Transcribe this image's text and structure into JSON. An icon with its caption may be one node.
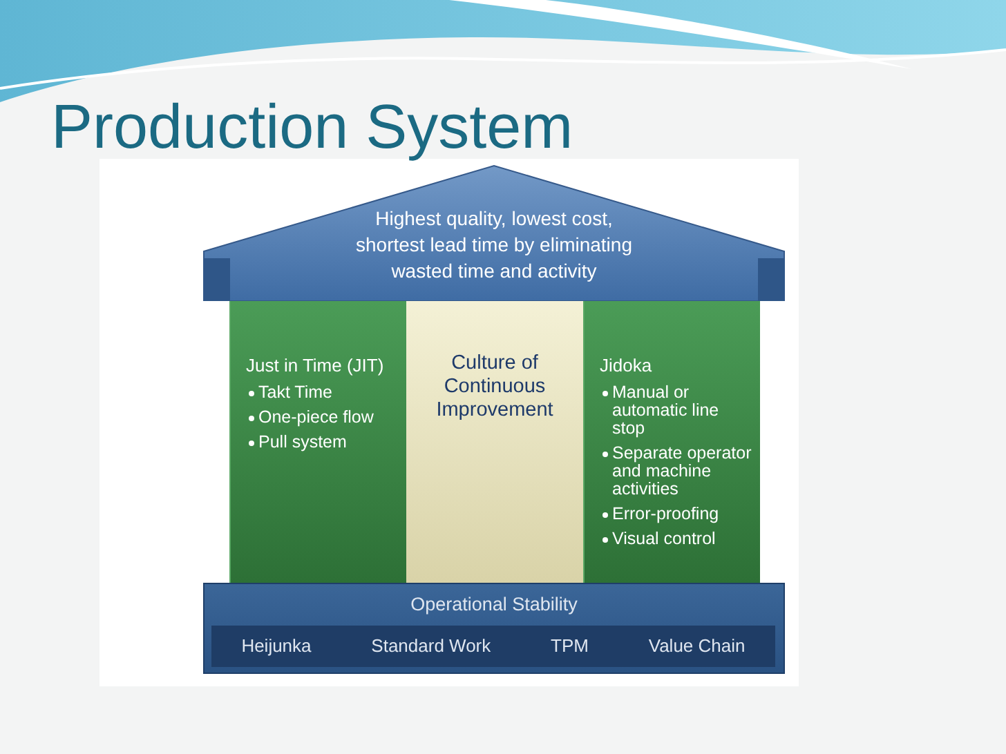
{
  "diagram": {
    "title": "Production System",
    "nodes": [
      {
        "text": [
          "Highest quality, lowest cost, shortest lead time by eliminating wasted time and activity"
        ]
      },
      {
        "text": [
          "Just in Time (JIT)",
          "Takt Time",
          "One-piece flow",
          "Pull system"
        ]
      },
      {
        "text": [
          "Culture of Continuous Improvement"
        ]
      },
      {
        "text": [
          "Jidoka",
          "Manual or automatic line stop",
          "Separate operator and machine activities",
          "Error-proofing",
          "Visual control"
        ]
      },
      {
        "text": [
          "Operational Stability"
        ]
      },
      {
        "text": [
          "Heijunka",
          "Standard Work",
          "TPM",
          "Value Chain"
        ],
        "in": 4
      }
    ]
  }
}
